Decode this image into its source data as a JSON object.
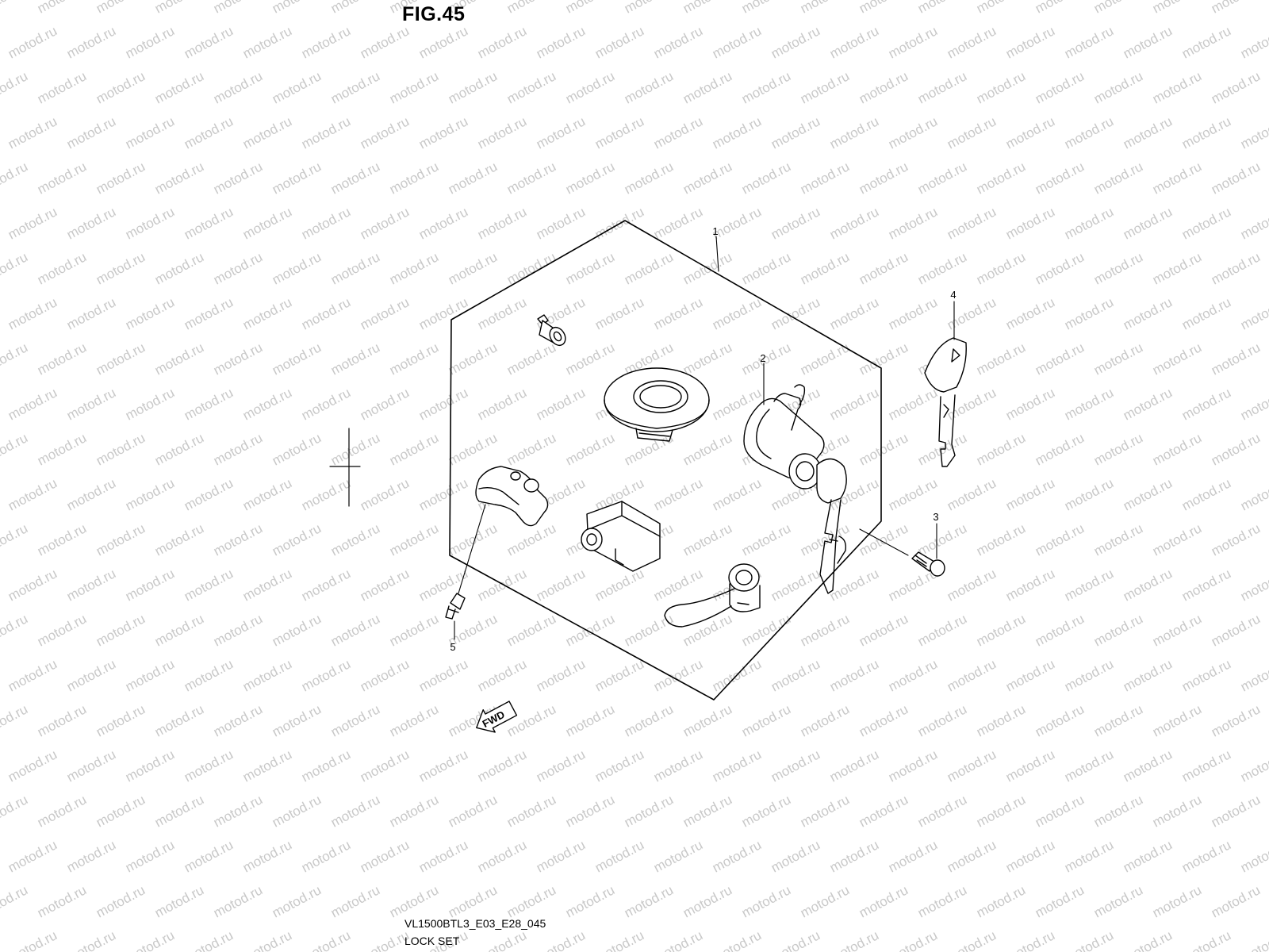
{
  "figure": {
    "title": "FIG.45",
    "model_code": "VL1500BTL3_E03_E28_045",
    "name": "LOCK SET"
  },
  "watermark": {
    "text": "motod.ru",
    "color": "#c8c8c8"
  },
  "callouts": [
    {
      "id": "1",
      "label": "1"
    },
    {
      "id": "2",
      "label": "2"
    },
    {
      "id": "3",
      "label": "3"
    },
    {
      "id": "4",
      "label": "4"
    },
    {
      "id": "5",
      "label": "5"
    }
  ],
  "direction_badge": {
    "label": "FWD",
    "icon": "forward-arrow-icon"
  },
  "colors": {
    "line": "#000000",
    "background": "#ffffff"
  }
}
